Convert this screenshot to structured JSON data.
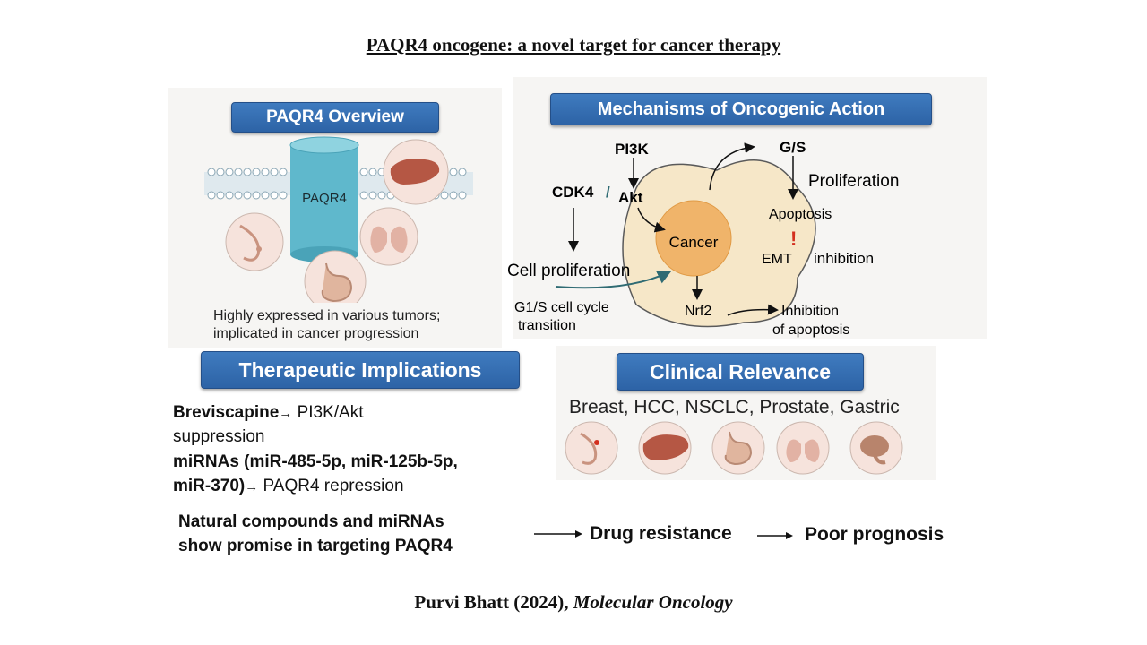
{
  "title": "PAQR4 oncogene: a novel target for cancer therapy",
  "citation": {
    "author_year": "Purvi Bhatt (2024), ",
    "journal": "Molecular Oncology"
  },
  "overview": {
    "heading": "PAQR4 Overview",
    "cylinder_label": "PAQR4",
    "desc_line1": "Highly expressed in various tumors;",
    "desc_line2": "implicated in cancer progression",
    "organ_icons": [
      "liver-icon",
      "breast-icon",
      "lung-icon",
      "stomach-icon"
    ]
  },
  "mechanisms": {
    "heading": "Mechanisms of Oncogenic Action",
    "pi3k": "PI3K",
    "cdk4": "CDK4",
    "slash": "/",
    "akt": "Akt",
    "gs": "G/S",
    "proliferation": "Proliferation",
    "apoptosis": "Apoptosis",
    "cancer": "Cancer",
    "emt_mark": "!",
    "emt": "EMT",
    "inhibition": "inhibition",
    "cell_proliferation": "Cell proliferation",
    "g1s_line1": "G1/S cell cycle",
    "g1s_line2": "transition",
    "nrf2": "Nrf2",
    "inhibition_apoptosis_line1": "Inhibition",
    "inhibition_apoptosis_line2": "of apoptosis"
  },
  "therapeutic": {
    "heading": "Therapeutic Implications",
    "breviscapine": "Breviscapine",
    "breviscapine_effect": " PI3K/Akt",
    "suppression": "suppression",
    "mirnas_line1": "miRNAs (miR-485-5p, miR-125b-5p,",
    "mirnas_line2": "miR-370)",
    "mirnas_effect": " PAQR4 repression",
    "arrow_glyph": "→",
    "natural_line1": "Natural compounds and miRNAs",
    "natural_line2": "show promise in targeting PAQR4"
  },
  "clinical": {
    "heading": "Clinical Relevance",
    "cancers": "Breast, HCC, NSCLC, Prostate, Gastric",
    "organ_icons": [
      "breast-icon",
      "liver-icon",
      "stomach-icon",
      "lung-icon",
      "prostate-icon"
    ]
  },
  "outcomes": {
    "drug_resistance": "Drug resistance",
    "poor_prognosis": "Poor prognosis"
  },
  "colors": {
    "pill_blue": "#2d63a6",
    "cylinder": "#5fb8cc",
    "cell_fill": "#f6e7c8",
    "nucleus": "#f0b46a",
    "organ_pink": "#c7755a",
    "emt_red": "#d32f1e",
    "teal_arrow": "#2f6b73"
  }
}
